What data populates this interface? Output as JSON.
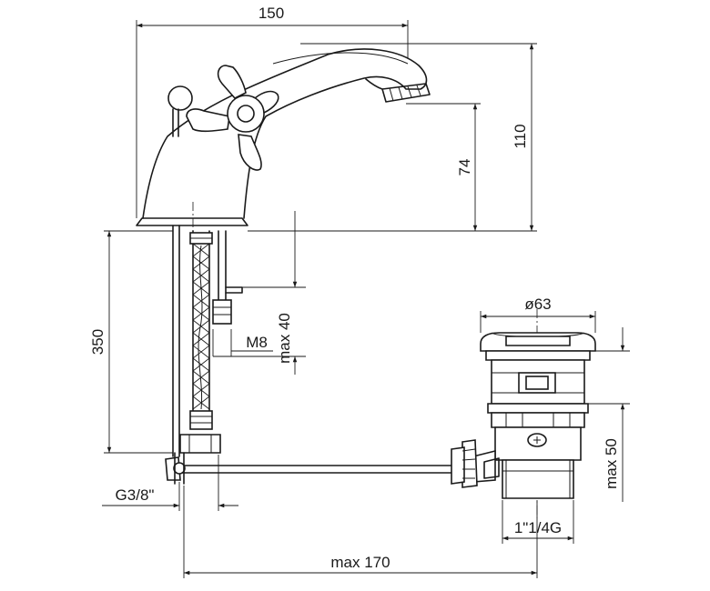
{
  "dimensions": {
    "width_top": "150",
    "height_total": "110",
    "spout_height": "74",
    "shank_length": "350",
    "max_thread": "max 40",
    "thread_m": "M8",
    "inlet_thread": "G3/8\"",
    "waste_diameter": "ø63",
    "waste_max": "max 50",
    "waste_thread": "1\"1/4G",
    "rod_max": "max 170"
  }
}
